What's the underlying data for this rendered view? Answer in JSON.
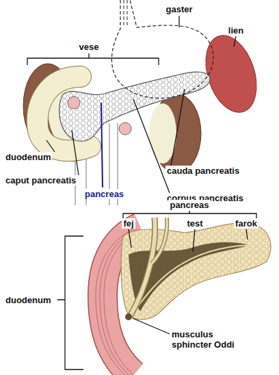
{
  "diagram": {
    "labels": [
      "gaster",
      "lien",
      "vese",
      "duodenum",
      "caput pancreatis",
      "pancreas",
      "cauda pancreatis",
      "corpus pancreatis",
      "pancreas",
      "fej",
      "test",
      "farok",
      "duodenum",
      "musculus sphincter Oddi"
    ]
  }
}
